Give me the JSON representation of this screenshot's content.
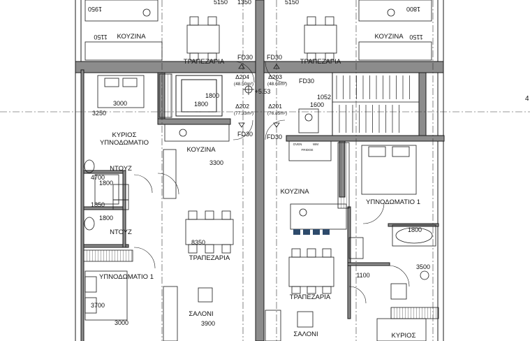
{
  "plan": {
    "room_labels": [
      "ΚΟΥΖΙΝΑ",
      "ΚΟΥΖΙΝΑ",
      "ΤΡΑΠΕΖΑΡΙΑ",
      "ΤΡΑΠΕΖΑΡΙΑ",
      "ΚΥΡΙΟΣ",
      "ΥΠΝΟΔΩΜΑΤΙΟ",
      "ΚΟΥΖΙΝΑ",
      "ΚΟΥΖΙΝΑ",
      "ΝΤΟΥΖ",
      "ΝΤΟΥΖ",
      "ΥΠΝΟΔΩΜΑΤΙΟ 1",
      "ΤΡΑΠΕΖΑΡΙΑ",
      "ΥΠΝΟΔΩΜΑΤΙΟ 1",
      "ΤΡΑΠΕΖΑΡΙΑ",
      "ΣΑΛΟΝΙ",
      "ΣΑΛΟΝΙ",
      "ΚΥΡΙΟΣ"
    ],
    "dimensions": [
      "5150",
      "5150",
      "1150",
      "1150",
      "1800",
      "1800",
      "1800",
      "3250",
      "3000",
      "1052",
      "1600",
      "3300",
      "4700",
      "1800",
      "1850",
      "1800",
      "8350",
      "1800",
      "3500",
      "1100",
      "3700",
      "3000",
      "3900",
      "1950",
      "1350"
    ],
    "fire_doors": [
      "FD30",
      "FD30",
      "FD30",
      "FD30",
      "FD30"
    ],
    "apartments": [
      {
        "code": "Δ204",
        "area": "(48.50m²)"
      },
      {
        "code": "Δ203",
        "area": "(48.60m²)"
      },
      {
        "code": "Δ202",
        "area": "(77.33m²)"
      },
      {
        "code": "Δ201",
        "area": "(76.85m²)"
      }
    ],
    "level": "+5.53",
    "small_tags": [
      "OVEN",
      "WM",
      "FRIDGE"
    ],
    "edge_mark": "4"
  },
  "colors": {
    "line": "#1a1a1a",
    "wall": "#8c8c8c",
    "chair_accent": "#2d4a6b"
  }
}
